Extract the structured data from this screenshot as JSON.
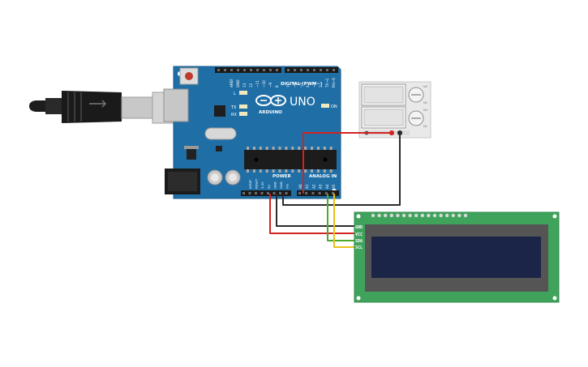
{
  "board": {
    "logo_text": "UNO",
    "brand": "ARDUINO",
    "digital_label": "DIGITAL (PWM~)",
    "power_label": "POWER",
    "analog_label": "ANALOG IN",
    "led_l": "L",
    "led_tx": "TX",
    "led_rx": "RX",
    "on_label": "ON",
    "digital_pins": [
      "AREF",
      "GND",
      "13",
      "12",
      "~11",
      "~10",
      "~9",
      "8",
      "7",
      "~6",
      "~5",
      "4",
      "~3",
      "2",
      "TX→1",
      "RX←0"
    ],
    "power_pins": [
      "IOREF",
      "RESET",
      "3.3V",
      "5V",
      "GND",
      "GND",
      "Vin"
    ],
    "analog_pins": [
      "A0",
      "A1",
      "A2",
      "A3",
      "A4",
      "A5"
    ]
  },
  "lcd": {
    "pins": [
      "GND",
      "VCC",
      "SDA",
      "SCL"
    ]
  },
  "colors": {
    "board": "#1f6fa6",
    "lcd_pcb": "#3fa35c",
    "lcd_screen": "#1b2547",
    "wire_red": "#d22222",
    "wire_black": "#2b2b2b",
    "wire_green": "#4ca82a",
    "wire_yellow": "#e6c21a"
  }
}
